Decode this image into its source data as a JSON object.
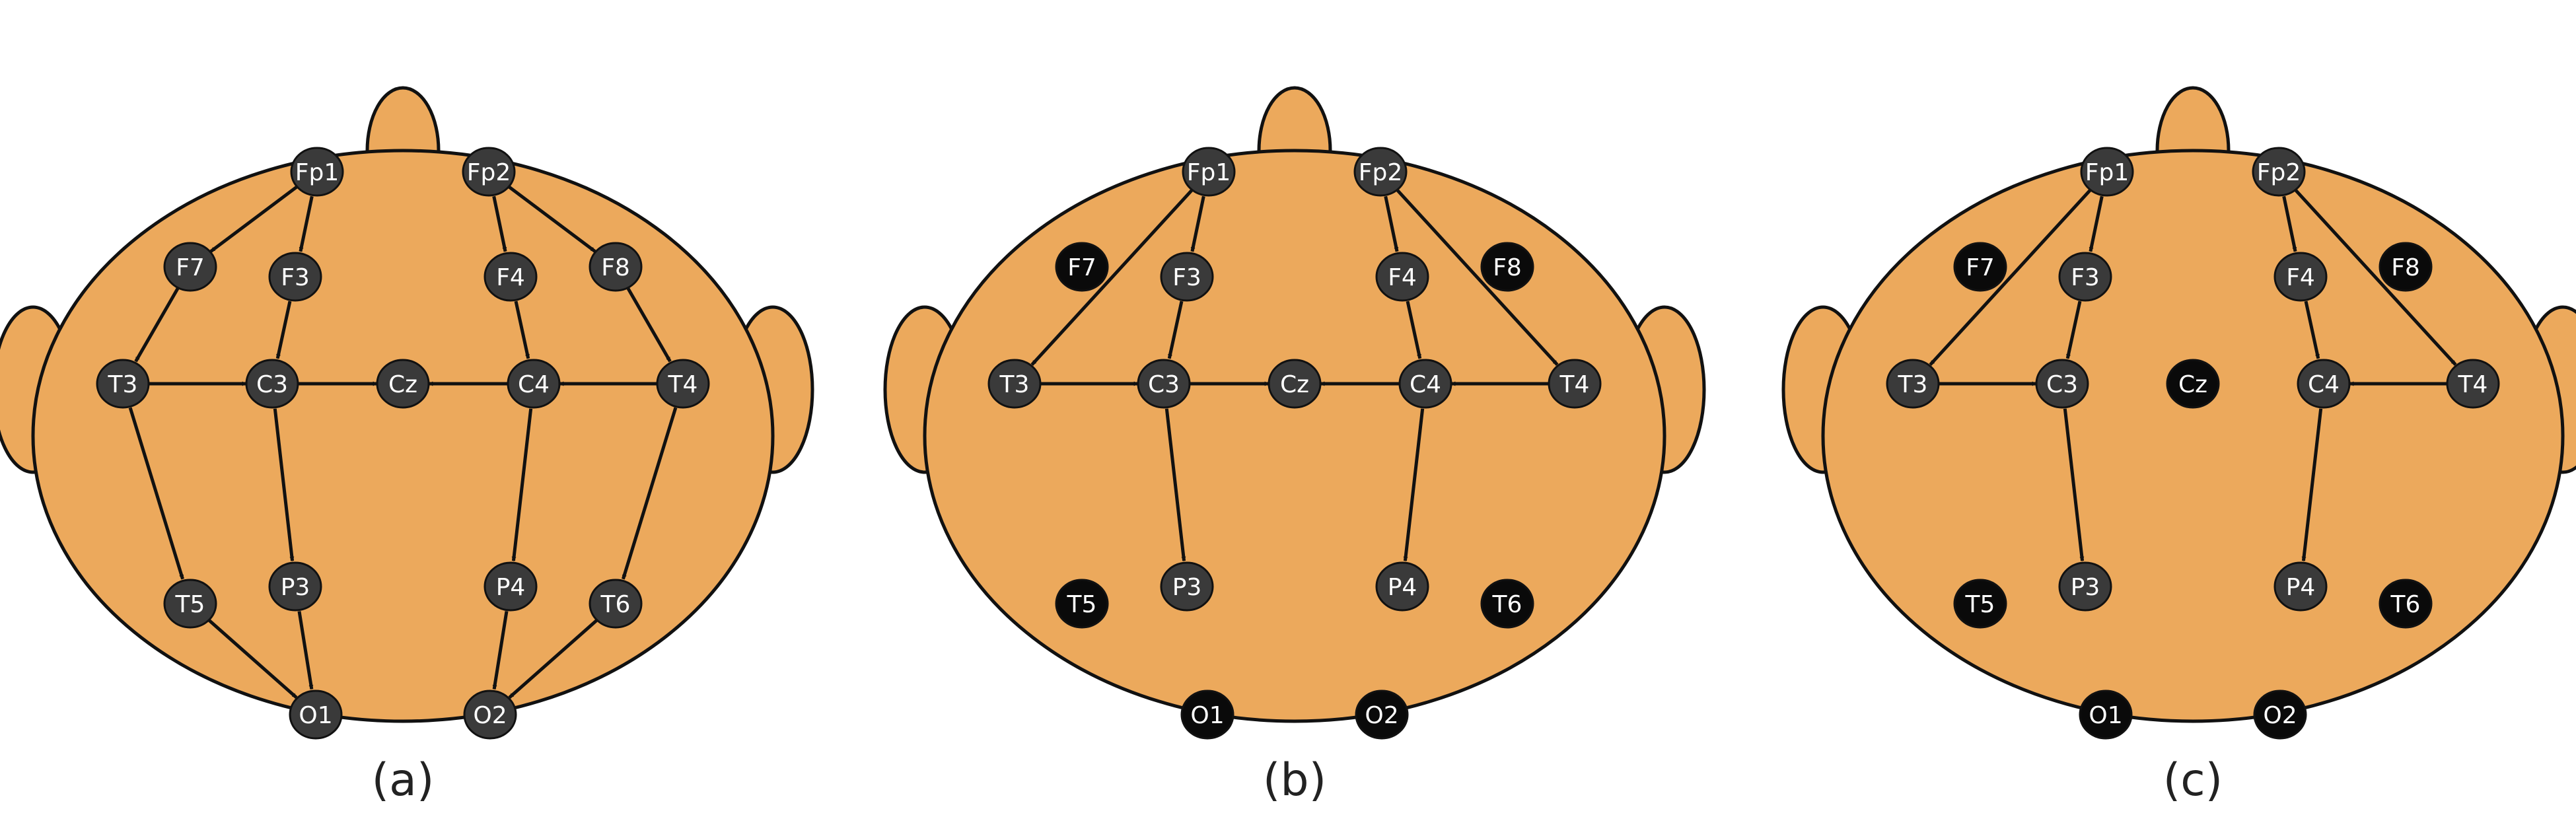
{
  "colors": {
    "head_fill": "#eca95c",
    "outline": "#111111",
    "node_connected": "#3a3a3a",
    "node_isolated": "#0a0a0a",
    "node_text": "#ffffff",
    "arrow": "#111111"
  },
  "panels": [
    {
      "label": "(a)",
      "isolated": [],
      "edges": [
        [
          "Fp1",
          "F7"
        ],
        [
          "Fp1",
          "F3"
        ],
        [
          "Fp2",
          "F4"
        ],
        [
          "Fp2",
          "F8"
        ],
        [
          "F7",
          "T3"
        ],
        [
          "F3",
          "C3"
        ],
        [
          "F4",
          "C4"
        ],
        [
          "F8",
          "T4"
        ],
        [
          "T3",
          "C3"
        ],
        [
          "C3",
          "Cz"
        ],
        [
          "C4",
          "Cz"
        ],
        [
          "T4",
          "C4"
        ],
        [
          "T3",
          "T5"
        ],
        [
          "C3",
          "P3"
        ],
        [
          "C4",
          "P4"
        ],
        [
          "T4",
          "T6"
        ],
        [
          "T5",
          "O1"
        ],
        [
          "P3",
          "O1"
        ],
        [
          "P4",
          "O2"
        ],
        [
          "T6",
          "O2"
        ]
      ]
    },
    {
      "label": "(b)",
      "isolated": [
        "F7",
        "F8",
        "T5",
        "T6",
        "O1",
        "O2"
      ],
      "edges": [
        [
          "Fp1",
          "T3"
        ],
        [
          "Fp1",
          "F3"
        ],
        [
          "F3",
          "C3"
        ],
        [
          "T3",
          "C3"
        ],
        [
          "C3",
          "Cz"
        ],
        [
          "C3",
          "P3"
        ],
        [
          "Fp2",
          "F4"
        ],
        [
          "Fp2",
          "T4"
        ],
        [
          "F4",
          "C4"
        ],
        [
          "T4",
          "C4"
        ],
        [
          "C4",
          "Cz"
        ],
        [
          "C4",
          "P4"
        ]
      ]
    },
    {
      "label": "(c)",
      "isolated": [
        "F7",
        "F8",
        "T5",
        "T6",
        "O1",
        "O2",
        "Cz"
      ],
      "edges": [
        [
          "Fp1",
          "T3"
        ],
        [
          "Fp1",
          "F3"
        ],
        [
          "F3",
          "C3"
        ],
        [
          "T3",
          "C3"
        ],
        [
          "C3",
          "P3"
        ],
        [
          "Fp2",
          "F4"
        ],
        [
          "Fp2",
          "T4"
        ],
        [
          "F4",
          "C4"
        ],
        [
          "T4",
          "C4"
        ],
        [
          "C4",
          "P4"
        ]
      ]
    }
  ],
  "electrodes": [
    "Fp1",
    "Fp2",
    "F7",
    "F3",
    "F4",
    "F8",
    "T3",
    "C3",
    "Cz",
    "C4",
    "T4",
    "T5",
    "P3",
    "P4",
    "T6",
    "O1",
    "O2"
  ]
}
